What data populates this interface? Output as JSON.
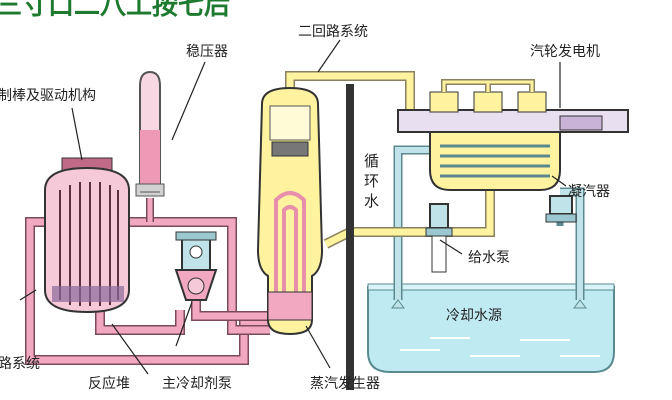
{
  "title_fragment": "三寸口二八工按七后",
  "labels": {
    "pressurizer": "稳压器",
    "secondary_loop": "二回路系统",
    "turbine_generator": "汽轮发电机",
    "control_rods": "制棒及驱动机构",
    "circulating_water": [
      "循",
      "环",
      "水"
    ],
    "condenser": "凝汽器",
    "feedwater_pump": "给水泵",
    "cooling_water_source": "冷却水源",
    "primary_loop": "路系统",
    "reactor": "反应堆",
    "main_coolant_pump": "主冷却剂泵",
    "steam_generator": "蒸汽发生器"
  },
  "colors": {
    "primary_pipe": "#f2a8c0",
    "primary_pipe_edge": "#7a4a5a",
    "secondary_pipe": "#fff3a0",
    "secondary_pipe_edge": "#8a8060",
    "cooling_pipe": "#bfe3e8",
    "cooling_pipe_edge": "#5a8a90",
    "water_fill": "#bfeaf2",
    "title_green": "#1d7a2e",
    "wall": "#333333"
  }
}
